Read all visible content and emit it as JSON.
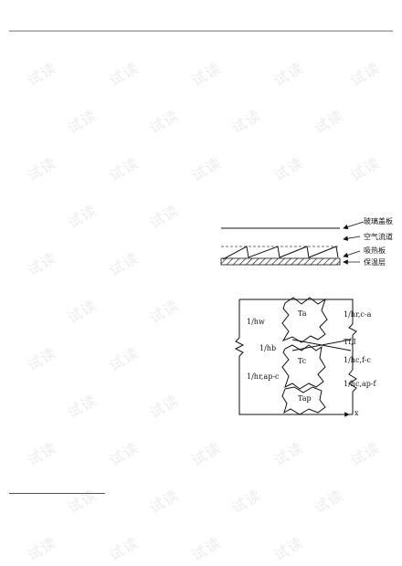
{
  "watermark": {
    "text": "试读"
  },
  "diagram_top": {
    "labels": {
      "glass_cover": "玻璃盖板",
      "air_channel": "空气流道",
      "absorber": "吸热板",
      "insulation": "保温层"
    }
  },
  "circuit": {
    "labels": {
      "t_a": "Ta",
      "t_f": "Tf,I",
      "t_c": "Tc",
      "t_ap": "Tap",
      "r_w": "1/hw",
      "r_b": "1/hb",
      "r_r_ap_c": "1/hr,ap-c",
      "r_r_c_a": "1/hr,c-a",
      "r_c_f_c": "1/hc,f-c",
      "r_c_ap_f": "1/hc,ap-f",
      "axis_x": "x"
    }
  }
}
